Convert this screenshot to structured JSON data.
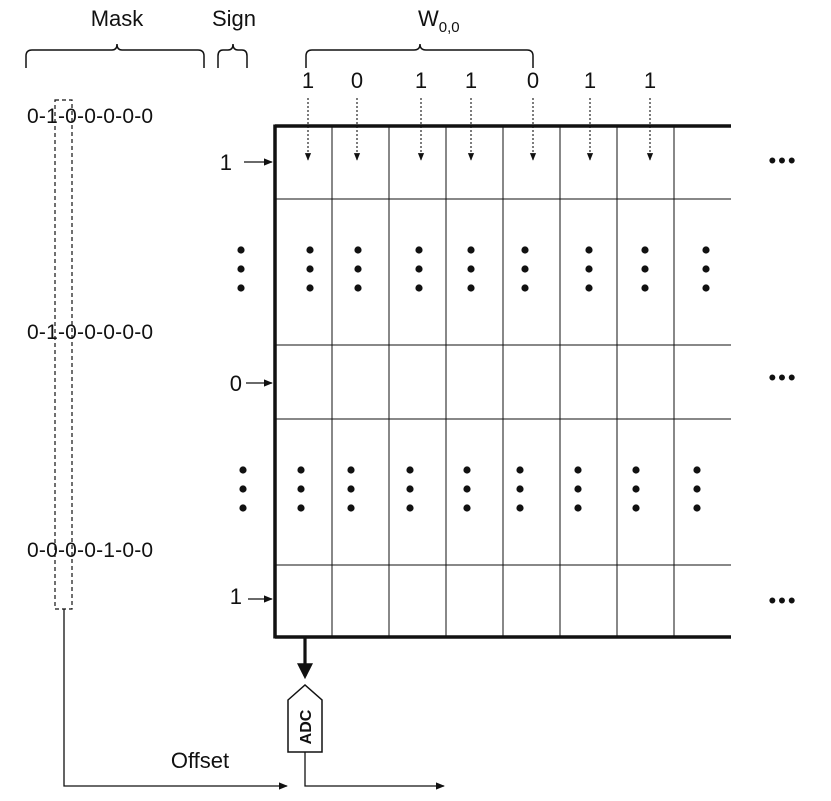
{
  "labels": {
    "mask": "Mask",
    "sign": "Sign",
    "weight_main": "W",
    "weight_sub": "0,0",
    "offset": "Offset",
    "adc": "ADC"
  },
  "weight_bits": [
    "1",
    "0",
    "1",
    "1",
    "0",
    "1",
    "1"
  ],
  "mask_rows": [
    "0-1-0-0-0-0-0",
    "0-1-0-0-0-0-0",
    "0-0-0-0-1-0-0"
  ],
  "sign_inputs": [
    "1",
    "0",
    "1"
  ],
  "ellipsis": "•••",
  "colors": {
    "line": "#111111",
    "background": "#ffffff"
  }
}
